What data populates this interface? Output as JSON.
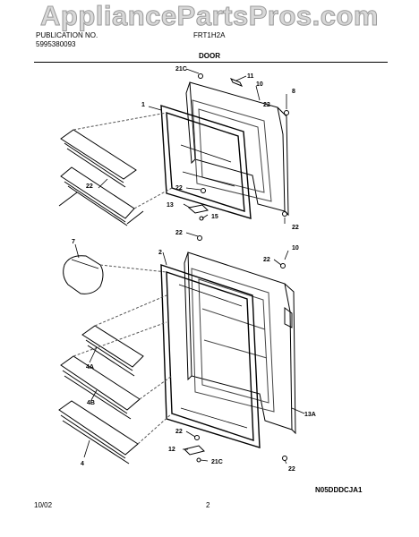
{
  "header": {
    "watermark": "AppliancePartsPros.com",
    "publication_label": "PUBLICATION NO.",
    "publication_number": "5995380093",
    "model": "FRT1H2A",
    "section_title": "DOOR"
  },
  "callouts": [
    "1",
    "2",
    "4",
    "4A",
    "4B",
    "7",
    "8",
    "10",
    "10",
    "11",
    "12",
    "13",
    "13A",
    "15",
    "21C",
    "21C",
    "22",
    "22",
    "22",
    "22",
    "22",
    "22",
    "22",
    "22"
  ],
  "footer": {
    "date": "10/02",
    "page": "2",
    "diagram_code": "N05DDDCJA1"
  }
}
